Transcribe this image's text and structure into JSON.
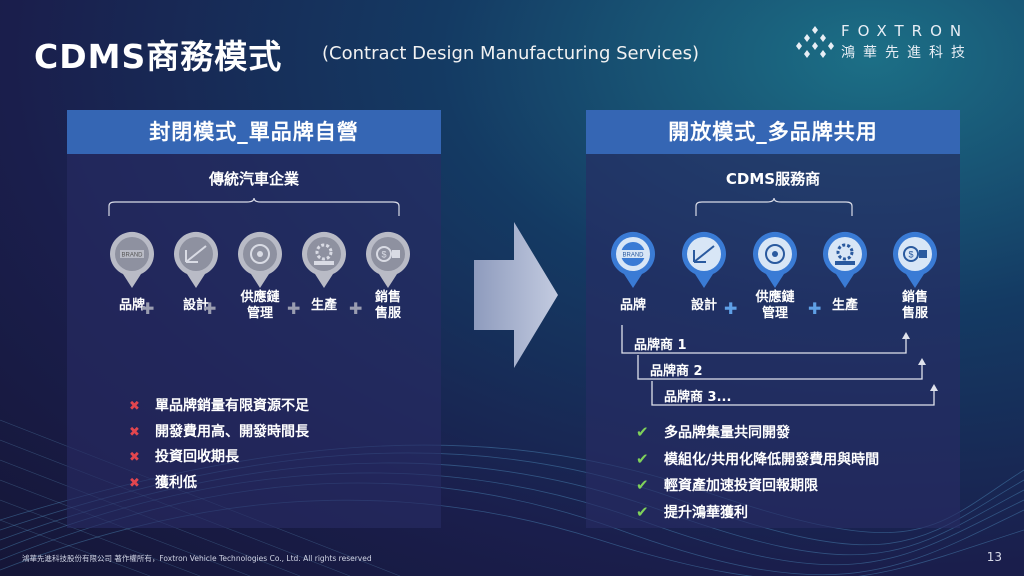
{
  "title": "CDMS商務模式",
  "subtitle": "(Contract Design Manufacturing Services)",
  "logo": {
    "word": "FOXTRON",
    "sub": "鴻華先進科技"
  },
  "left_panel": {
    "header": "封閉模式_單品牌自營",
    "group_label": "傳統汽車企業",
    "items": [
      {
        "icon": "brand-badge-icon",
        "label": "品牌"
      },
      {
        "icon": "design-ruler-icon",
        "label": "設計"
      },
      {
        "icon": "supply-chain-icon",
        "label": "供應鏈\n管理"
      },
      {
        "icon": "production-gear-icon",
        "label": "生產"
      },
      {
        "icon": "sales-service-icon",
        "label": "銷售\n售服"
      }
    ],
    "bullets": [
      "單品牌銷量有限資源不足",
      "開發費用高、開發時間長",
      "投資回收期長",
      "獲利低"
    ]
  },
  "right_panel": {
    "header": "開放模式_多品牌共用",
    "group_label": "CDMS服務商",
    "items": [
      {
        "icon": "brand-badge-icon",
        "label": "品牌"
      },
      {
        "icon": "design-ruler-icon",
        "label": "設計"
      },
      {
        "icon": "supply-chain-icon",
        "label": "供應鏈\n管理"
      },
      {
        "icon": "production-gear-icon",
        "label": "生產"
      },
      {
        "icon": "sales-service-icon",
        "label": "銷售\n售服"
      }
    ],
    "brands": [
      "品牌商 1",
      "品牌商 2",
      "品牌商 3..."
    ],
    "bullets": [
      "多品牌集量共同開發",
      "模組化/共用化降低開發費用與時間",
      "輕資產加速投資回報期限",
      "提升鴻華獲利"
    ]
  },
  "colors": {
    "header_blue": "#3566b4",
    "x_red": "#e2464e",
    "check_green": "#7fd15a",
    "pin_blue": "#3a7bd5",
    "pin_gray": "#b9bbc6"
  },
  "footer": "鴻華先進科技股份有限公司 著作權所有，Foxtron Vehicle Technologies Co., Ltd. All rights reserved",
  "page_number": "13"
}
